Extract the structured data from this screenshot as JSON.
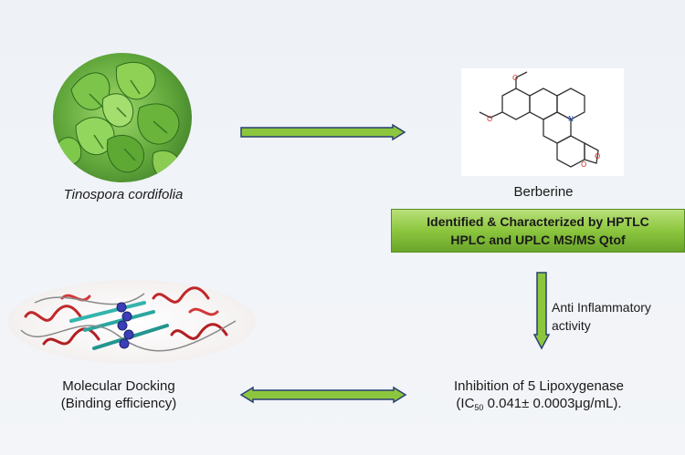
{
  "plant": {
    "label": "Tinospora cordifolia"
  },
  "compound": {
    "label": "Berberine"
  },
  "analysis": {
    "line1": "Identified  & Characterized by HPTLC",
    "line2": "HPLC and UPLC MS/MS Qtof"
  },
  "activity": {
    "line1": "Anti Inflammatory",
    "line2": "activity"
  },
  "inhibition": {
    "line1": "Inhibition of 5 Lipoxygenase",
    "line2_prefix": "(IC",
    "line2_sub": "50",
    "line2_suffix": " 0.041± 0.0003μg/mL)."
  },
  "docking": {
    "line1": "Molecular Docking",
    "line2": "(Binding efficiency)"
  },
  "colors": {
    "arrow_fill": "#8cc63e",
    "arrow_stroke": "#2b3f74",
    "box_fill": "#8cc63e"
  }
}
